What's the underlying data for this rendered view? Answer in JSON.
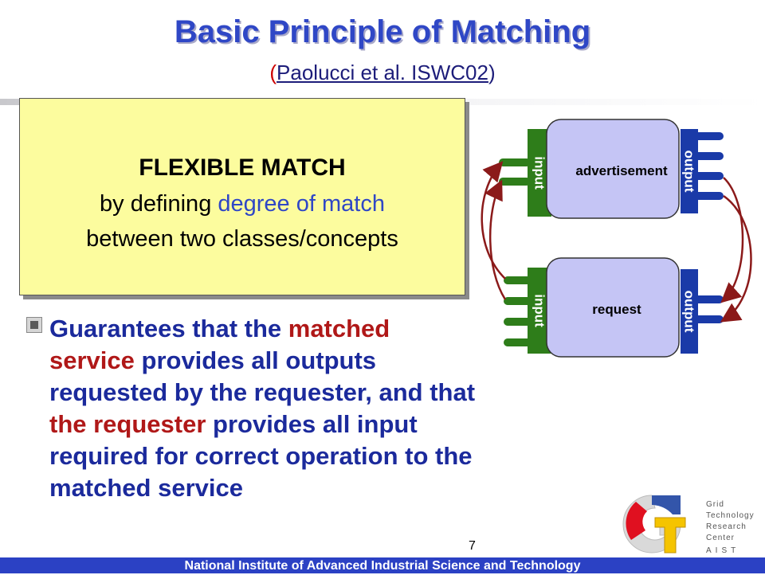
{
  "slide": {
    "title": "Basic Principle of Matching",
    "subtitle_open": "(",
    "subtitle_text": "Paolucci et al. ISWC02",
    "subtitle_close": ")",
    "page_number": "7",
    "footer": "National Institute of Advanced Industrial Science and Technology"
  },
  "callout": {
    "line1": "FLEXIBLE MATCH",
    "line2_prefix": "by defining ",
    "line2_highlight": "degree of match",
    "line3": "between two classes/concepts"
  },
  "bullet": {
    "part1": "Guarantees that the ",
    "red1": "matched service",
    "part2": " provides all outputs requested by the requester, and that ",
    "red2": "the requester",
    "part3": " provides all input required for correct operation to the matched service"
  },
  "diagram": {
    "advertisement_label": "advertisement",
    "request_label": "request",
    "input_label": "input",
    "output_label": "output"
  },
  "logo": {
    "lines": [
      "Grid",
      "Technology",
      "Research",
      "Center",
      "AIST"
    ]
  },
  "colors": {
    "title_blue": "#2f47c6",
    "highlight_red": "#b01818",
    "callout_yellow": "#fcfc9e",
    "port_green": "#2e7d1a",
    "port_blue": "#1a3aa8",
    "box_lavender": "#c5c5f5",
    "arrow_red": "#8b1a1a",
    "footer_blue": "#2b41c4"
  }
}
